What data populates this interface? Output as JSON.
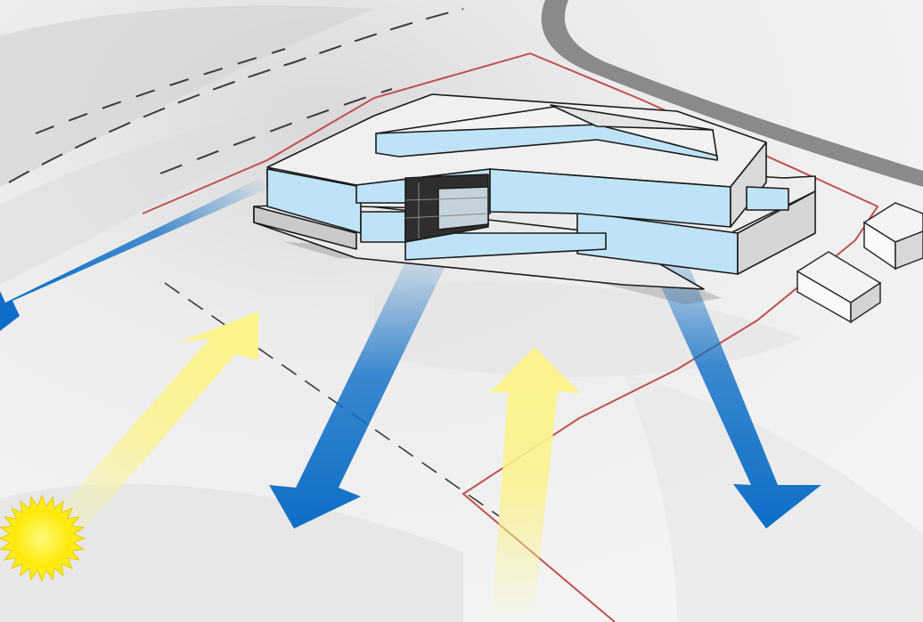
{
  "diagram": {
    "kind": "site-analysis",
    "colors": {
      "terrain_light": "#f1f1f1",
      "terrain_shade": "#d6d6d6",
      "road": "#8a8a8a",
      "site_boundary": "#c0504d",
      "glass": "#bfe3f6",
      "roof": "#eeeeee",
      "wall": "#d7d7d7",
      "outline": "#1a1a1a",
      "view_arrow": "#0d6ec7",
      "sun_arrow": "#fbf38c",
      "sun": "#fff000"
    },
    "icons": {
      "sun": "sun-icon",
      "view_arrows": "view-arrow-icon",
      "sun_arrows": "sunlight-arrow-icon"
    },
    "counts": {
      "view_arrows": 3,
      "sun_arrows": 2,
      "neighbor_buildings": 2
    }
  }
}
